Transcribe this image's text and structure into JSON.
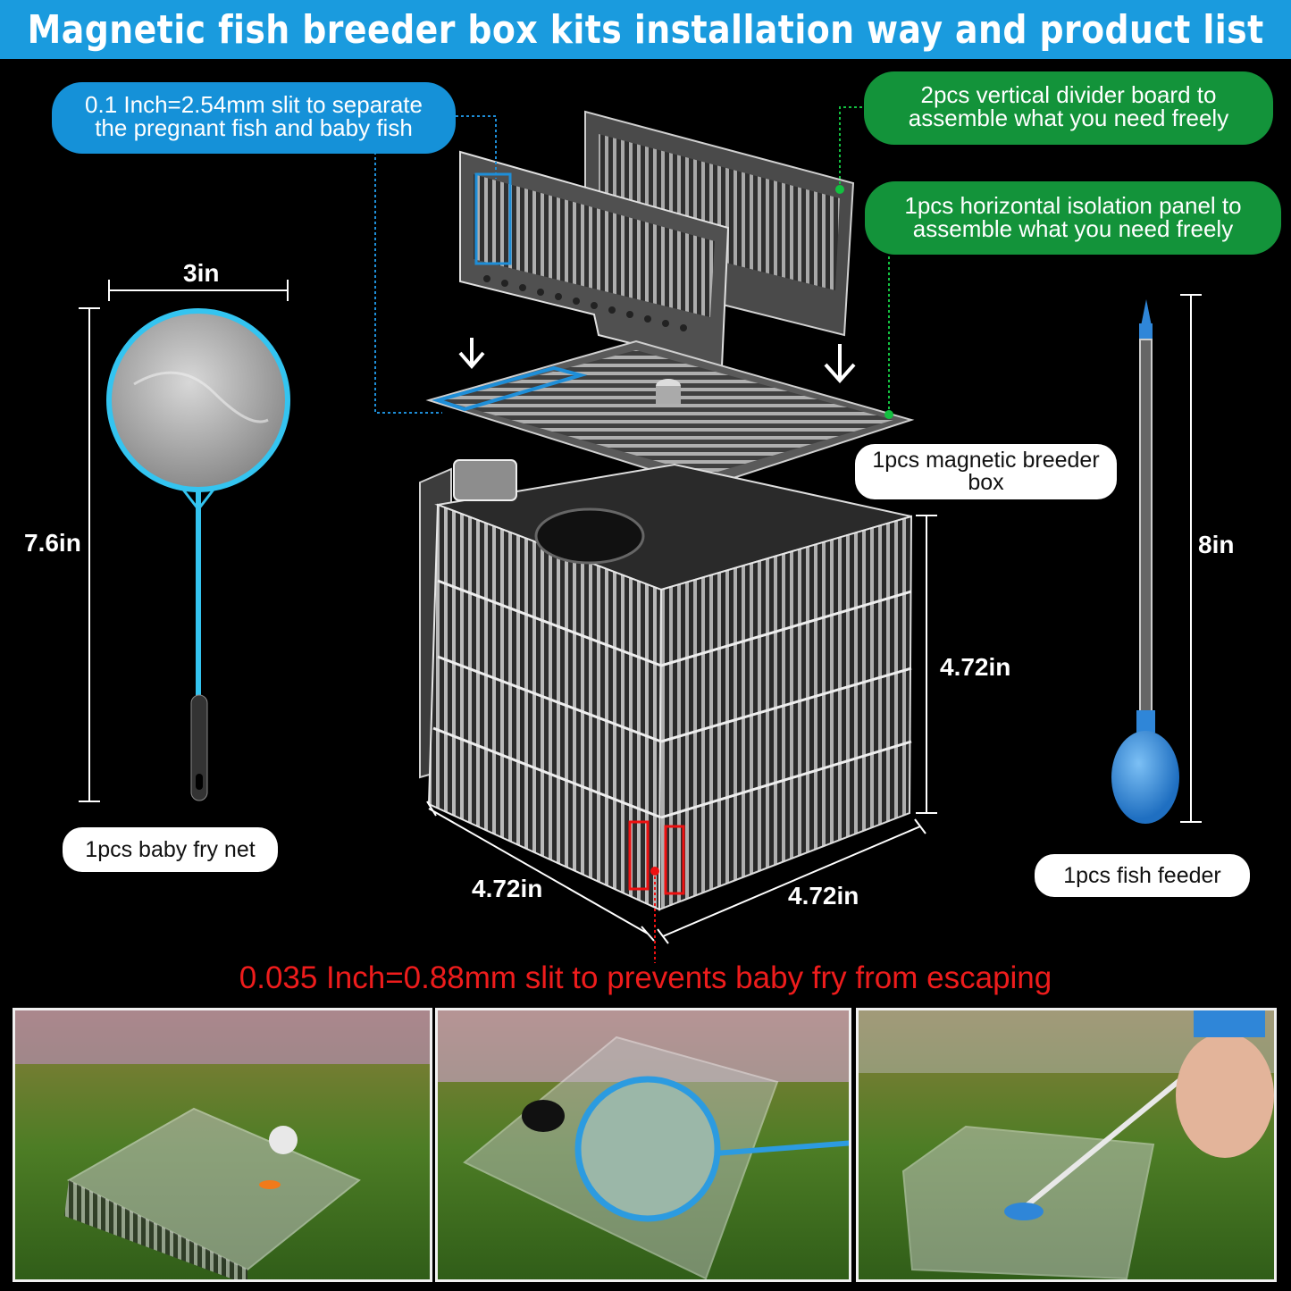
{
  "banner": {
    "title": "Magnetic fish breeder box kits installation way and product list"
  },
  "callouts": {
    "slit_large_line1": "0.1 Inch=2.54mm slit to separate",
    "slit_large_line2": "the pregnant fish and baby fish",
    "vertical_line1": "2pcs vertical divider board to",
    "vertical_line2": "assemble what you need freely",
    "horizontal_line1": "1pcs horizontal isolation panel to",
    "horizontal_line2": "assemble what you need freely",
    "box_line1": "1pcs magnetic breeder",
    "box_line2": "box",
    "net_label": "1pcs baby fry net",
    "feeder_label": "1pcs fish feeder",
    "slit_small": "0.035 Inch=0.88mm slit to prevents baby fry from escaping"
  },
  "dimensions": {
    "net_width": "3in",
    "net_height": "7.6in",
    "feeder_height": "8in",
    "box_height": "4.72in",
    "box_depth": "4.72in",
    "box_width": "4.72in"
  },
  "colors": {
    "banner": "#1a9bde",
    "callout_blue": "#1591d8",
    "callout_green": "#13933a",
    "warning_red": "#ee1c1c",
    "net_ring": "#34c4f0",
    "feeder_bulb": "#2f86d8"
  },
  "photos": [
    {
      "name": "breeder box in aquarium"
    },
    {
      "name": "fry net inside breeder box"
    },
    {
      "name": "feeding with fish feeder"
    }
  ]
}
